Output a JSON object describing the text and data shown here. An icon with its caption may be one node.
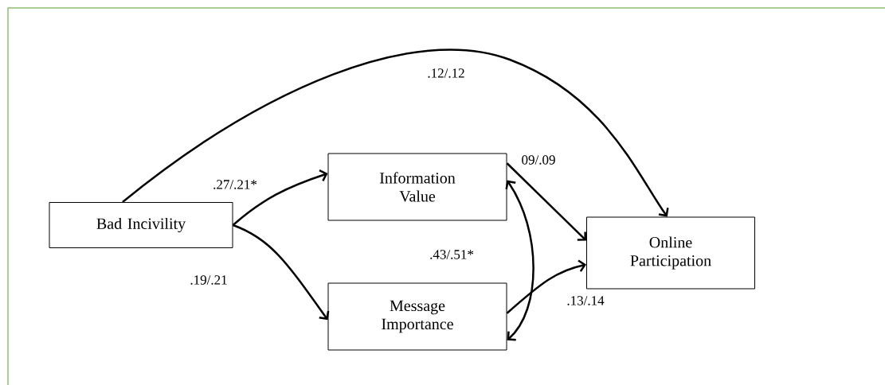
{
  "diagram": {
    "nodes": [
      {
        "text": [
          "Bad Incivility"
        ]
      },
      {
        "text": [
          "Information Value"
        ]
      },
      {
        "text": [
          "Message Importance"
        ]
      },
      {
        "text": [
          "Online Participation"
        ]
      }
    ],
    "edges": [
      {
        "from": 0,
        "to": 3,
        "arrow": "to",
        "label": ".12/.12"
      },
      {
        "from": 0,
        "to": 1,
        "arrow": "to",
        "label": ".27/.21*"
      },
      {
        "from": 0,
        "to": 2,
        "arrow": "to",
        "label": ".19/.21"
      },
      {
        "from": 1,
        "to": 3,
        "arrow": "to",
        "label": "09/.09"
      },
      {
        "from": 2,
        "to": 3,
        "arrow": "to",
        "label": ".13/.14"
      },
      {
        "from": 1,
        "to": 2,
        "arrow": "both",
        "label": ".43/.51*"
      }
    ]
  }
}
